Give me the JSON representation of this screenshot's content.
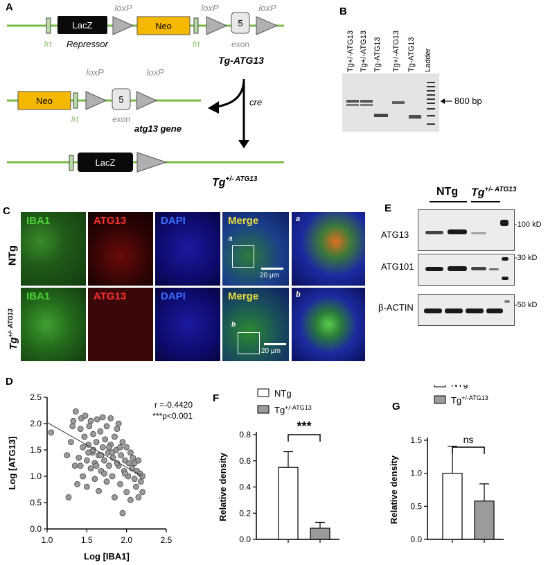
{
  "panel_letters": {
    "a": "A",
    "b": "B",
    "c": "C",
    "d": "D",
    "e": "E",
    "f": "F",
    "g": "G"
  },
  "panelA": {
    "lacz": "LacZ",
    "neo": "Neo",
    "exon_num": "5",
    "loxp": "loxP",
    "frt": "frt",
    "repressor": "Repressor",
    "exon": "exon",
    "tg_atg13": "Tg-ATG13",
    "cre": "cre",
    "atg13_gene": "atg13 gene",
    "tg_het_main": "Tg",
    "tg_het_sup": "+/- ATG13"
  },
  "panelB": {
    "lanes": [
      "Tg+/-ATG13",
      "Tg+/-ATG13",
      "Tg-ATG13",
      "Tg+/-ATG13",
      "Tg-ATG13",
      "Ladder"
    ],
    "marker": "800 bp"
  },
  "panelC": {
    "row1_label": "NTg",
    "row2_main": "Tg",
    "row2_sup": "+/- ATG13",
    "channels": [
      "IBA1",
      "ATG13",
      "DAPI",
      "Merge"
    ],
    "inset_a": "a",
    "inset_b": "b",
    "scale": "20 μm"
  },
  "panelE": {
    "header_ntg": "NTg",
    "header_tg": "Tg",
    "header_tg_sup": "+/- ATG13",
    "rows": [
      "ATG13",
      "ATG101",
      "β-ACTIN"
    ],
    "markers": [
      "100 kD",
      "30 kD",
      "50 kD"
    ]
  },
  "colors": {
    "green_line": "#77bb44",
    "neo": "#f5b800",
    "lacz": "#0a0a0a",
    "grey_box": "#e8e8e8",
    "bar_tg": "#9b9b9b",
    "frt_text": "#8fbf6f",
    "loxp_text": "#8a8a8a"
  },
  "chart_data": [
    {
      "type": "scatter",
      "xlabel": "Log [IBA1]",
      "ylabel": "Log [ATG13]",
      "xlim": [
        1.0,
        2.5
      ],
      "ylim": [
        0.0,
        2.5
      ],
      "xticks": [
        "1.0",
        "1.5",
        "2.0",
        "2.5"
      ],
      "yticks": [
        "0.0",
        "0.5",
        "1.0",
        "1.5",
        "2.0",
        "2.5"
      ],
      "annotation_r": "r =-0.4420",
      "annotation_p": "***p<0.001",
      "fit": {
        "x1": 1.0,
        "y1": 2.02,
        "x2": 2.2,
        "y2": 1.0
      },
      "points": [
        [
          1.05,
          1.83
        ],
        [
          1.25,
          1.4
        ],
        [
          1.27,
          0.6
        ],
        [
          1.3,
          1.65
        ],
        [
          1.32,
          1.95
        ],
        [
          1.33,
          2.05
        ],
        [
          1.35,
          1.2
        ],
        [
          1.36,
          2.23
        ],
        [
          1.38,
          0.85
        ],
        [
          1.4,
          1.35
        ],
        [
          1.42,
          1.9
        ],
        [
          1.43,
          2.1
        ],
        [
          1.45,
          1.55
        ],
        [
          1.45,
          1.0
        ],
        [
          1.47,
          1.75
        ],
        [
          1.48,
          2.15
        ],
        [
          1.5,
          1.3
        ],
        [
          1.5,
          0.8
        ],
        [
          1.52,
          1.6
        ],
        [
          1.53,
          1.95
        ],
        [
          1.55,
          1.15
        ],
        [
          1.55,
          2.05
        ],
        [
          1.57,
          1.45
        ],
        [
          1.58,
          1.8
        ],
        [
          1.6,
          0.95
        ],
        [
          1.6,
          1.25
        ],
        [
          1.62,
          1.65
        ],
        [
          1.63,
          2.08
        ],
        [
          1.65,
          1.4
        ],
        [
          1.65,
          0.72
        ],
        [
          1.67,
          1.85
        ],
        [
          1.68,
          1.1
        ],
        [
          1.7,
          1.55
        ],
        [
          1.7,
          2.12
        ],
        [
          1.72,
          1.3
        ],
        [
          1.73,
          1.7
        ],
        [
          1.75,
          0.9
        ],
        [
          1.75,
          1.95
        ],
        [
          1.77,
          1.45
        ],
        [
          1.78,
          1.2
        ],
        [
          1.8,
          1.6
        ],
        [
          1.8,
          2.1
        ],
        [
          1.82,
          1.0
        ],
        [
          1.83,
          1.35
        ],
        [
          1.85,
          1.75
        ],
        [
          1.85,
          0.6
        ],
        [
          1.87,
          1.5
        ],
        [
          1.88,
          1.9
        ],
        [
          1.9,
          1.2
        ],
        [
          1.9,
          2.0
        ],
        [
          1.92,
          0.85
        ],
        [
          1.93,
          1.4
        ],
        [
          1.95,
          1.65
        ],
        [
          1.95,
          0.3
        ],
        [
          1.97,
          1.1
        ],
        [
          1.98,
          1.3
        ],
        [
          2.0,
          1.55
        ],
        [
          2.0,
          0.7
        ],
        [
          2.02,
          1.0
        ],
        [
          2.03,
          1.25
        ],
        [
          2.05,
          1.45
        ],
        [
          2.05,
          0.55
        ],
        [
          2.07,
          1.15
        ],
        [
          2.08,
          1.35
        ],
        [
          2.1,
          0.95
        ],
        [
          2.1,
          1.25
        ],
        [
          2.12,
          0.8
        ],
        [
          2.13,
          1.1
        ],
        [
          2.15,
          1.3
        ],
        [
          2.15,
          0.6
        ],
        [
          2.17,
          1.05
        ],
        [
          2.18,
          0.9
        ],
        [
          2.2,
          0.7
        ],
        [
          2.2,
          1.0
        ],
        [
          1.58,
          1.5
        ],
        [
          1.68,
          1.4
        ],
        [
          1.78,
          1.55
        ],
        [
          1.88,
          1.25
        ],
        [
          1.98,
          1.05
        ],
        [
          1.62,
          1.2
        ],
        [
          1.72,
          1.05
        ],
        [
          1.82,
          1.45
        ],
        [
          1.92,
          1.55
        ],
        [
          1.52,
          1.45
        ],
        [
          1.42,
          1.2
        ]
      ]
    },
    {
      "type": "bar",
      "categories": [
        "NTg",
        "Tg+/-ATG13"
      ],
      "values": [
        0.55,
        0.085
      ],
      "errors": [
        0.12,
        0.045
      ],
      "ylabel": "Relative density",
      "ylim": [
        0.0,
        0.8
      ],
      "yticks": [
        "0.0",
        "0.2",
        "0.4",
        "0.6",
        "0.8"
      ],
      "significance": "***",
      "legend": [
        {
          "label": "NTg",
          "color": "#ffffff"
        },
        {
          "label": "Tg",
          "sup": "+/-ATG13",
          "color": "#9b9b9b"
        }
      ]
    },
    {
      "type": "bar",
      "categories": [
        "NTg",
        "Tg+/-ATG13"
      ],
      "values": [
        1.0,
        0.58
      ],
      "errors": [
        0.41,
        0.26
      ],
      "ylabel": "Relative density",
      "ylim": [
        0.0,
        1.5
      ],
      "yticks": [
        "0.0",
        "0.5",
        "1.0",
        "1.5"
      ],
      "significance": "ns",
      "legend": [
        {
          "label": "NTg",
          "color": "#ffffff"
        },
        {
          "label": "Tg",
          "sup": "+/-ATG13",
          "color": "#9b9b9b"
        }
      ]
    }
  ]
}
